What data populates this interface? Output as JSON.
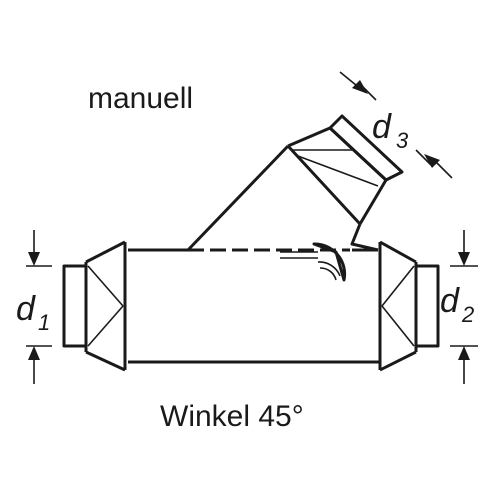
{
  "labels": {
    "mode": "manuell",
    "angle": "Winkel 45°",
    "d1": {
      "main": "d",
      "sub": "1"
    },
    "d2": {
      "main": "d",
      "sub": "2"
    },
    "d3": {
      "main": "d",
      "sub": "3"
    }
  },
  "colors": {
    "stroke": "#1a1a1a",
    "background": "#ffffff"
  },
  "icons": [
    "dimension-arrow-icon",
    "damper-blade-icon"
  ]
}
